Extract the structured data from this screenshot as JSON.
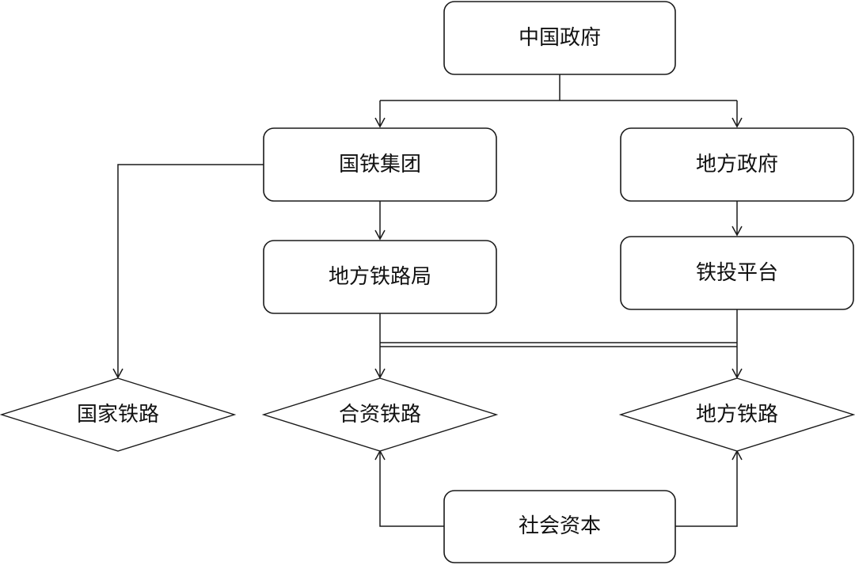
{
  "nodes": {
    "china_gov": "中国政府",
    "china_railway_group": "国铁集团",
    "local_gov": "地方政府",
    "local_railway_bureau": "地方铁路局",
    "railway_investment_platform": "铁投平台",
    "national_railway": "国家铁路",
    "joint_venture_railway": "合资铁路",
    "local_railway": "地方铁路",
    "social_capital": "社会资本"
  },
  "colors": {
    "stroke": "#1a1a1a",
    "fill": "#ffffff",
    "text": "#111111"
  }
}
